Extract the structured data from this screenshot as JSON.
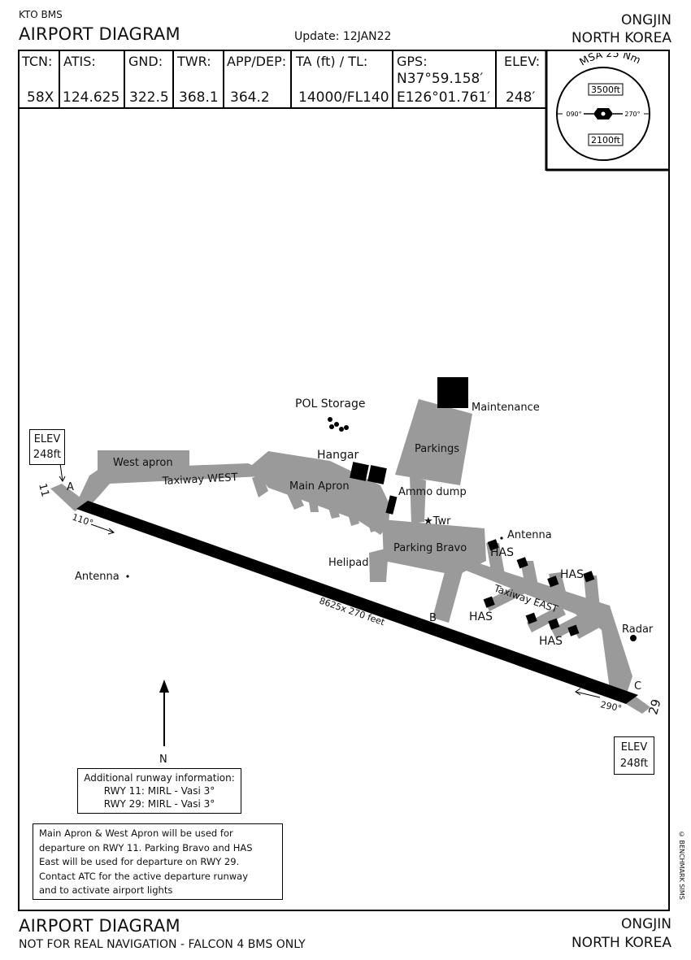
{
  "header": {
    "source": "KTO BMS",
    "title": "AIRPORT DIAGRAM",
    "update": "Update: 12JAN22",
    "location_line1": "ONGJIN",
    "location_line2": "NORTH KOREA"
  },
  "info": {
    "tcn_label": "TCN:",
    "tcn_value": "58X",
    "atis_label": "ATIS:",
    "atis_value": "124.625",
    "gnd_label": "GND:",
    "gnd_value": "322.5",
    "twr_label": "TWR:",
    "twr_value": "368.1",
    "app_label": "APP/DEP:",
    "app_value": "364.2",
    "ta_label": "TA (ft) / TL:",
    "ta_value": "14000/FL140",
    "gps_label": "GPS:",
    "gps_lat": "N37°59.158′",
    "gps_lon": "E126°01.761′",
    "elev_label": "ELEV:",
    "elev_value": "248′"
  },
  "msa": {
    "title": "MSA 25 Nm",
    "north_alt": "3500ft",
    "south_alt": "2100ft",
    "left_bearing": "090°",
    "right_bearing": "270°"
  },
  "diagram": {
    "pol_storage": "POL Storage",
    "maintenance": "Maintenance",
    "parkings": "Parkings",
    "hangar": "Hangar",
    "west_apron": "West apron",
    "taxiway_west": "Taxiway WEST",
    "main_apron": "Main Apron",
    "ammo_dump": "Ammo dump",
    "twr": "★Twr",
    "antenna_ne": "Antenna",
    "antenna_w": "Antenna",
    "parking_bravo": "Parking Bravo",
    "helipad": "Helipad",
    "has1": "HAS",
    "has2": "HAS",
    "has3": "HAS",
    "has4": "HAS",
    "taxiway_east": "Taxiway EAST",
    "radar": "Radar",
    "runway_dims": "8625x 270 feet",
    "twy_a": "A",
    "twy_b": "B",
    "twy_c": "C",
    "rwy_11": "11",
    "rwy_29": "29",
    "hdg_110": "110°",
    "hdg_290": "290°",
    "elev_w_line1": "ELEV",
    "elev_w_line2": "248ft",
    "elev_e_line1": "ELEV",
    "elev_e_line2": "248ft",
    "north": "N"
  },
  "notes": {
    "runway_info_title": "Additional runway information:",
    "runway_info_1": "RWY 11: MIRL - Vasi 3°",
    "runway_info_2": "RWY 29: MIRL - Vasi 3°",
    "ops_line1": "Main Apron & West Apron will be used for",
    "ops_line2": "departure on RWY 11. Parking Bravo and HAS",
    "ops_line3": "East will be used for departure on RWY 29.",
    "ops_line4": "Contact ATC for the active departure runway",
    "ops_line5": "and to activate airport lights"
  },
  "footer": {
    "title": "AIRPORT DIAGRAM",
    "disclaimer": "NOT FOR REAL NAVIGATION - FALCON 4 BMS ONLY",
    "location_line1": "ONGJIN",
    "location_line2": "NORTH KOREA",
    "copyright": "© BENCHMARK SIMS"
  },
  "colors": {
    "pavement": "#9a9a9a",
    "runway": "#000000"
  }
}
